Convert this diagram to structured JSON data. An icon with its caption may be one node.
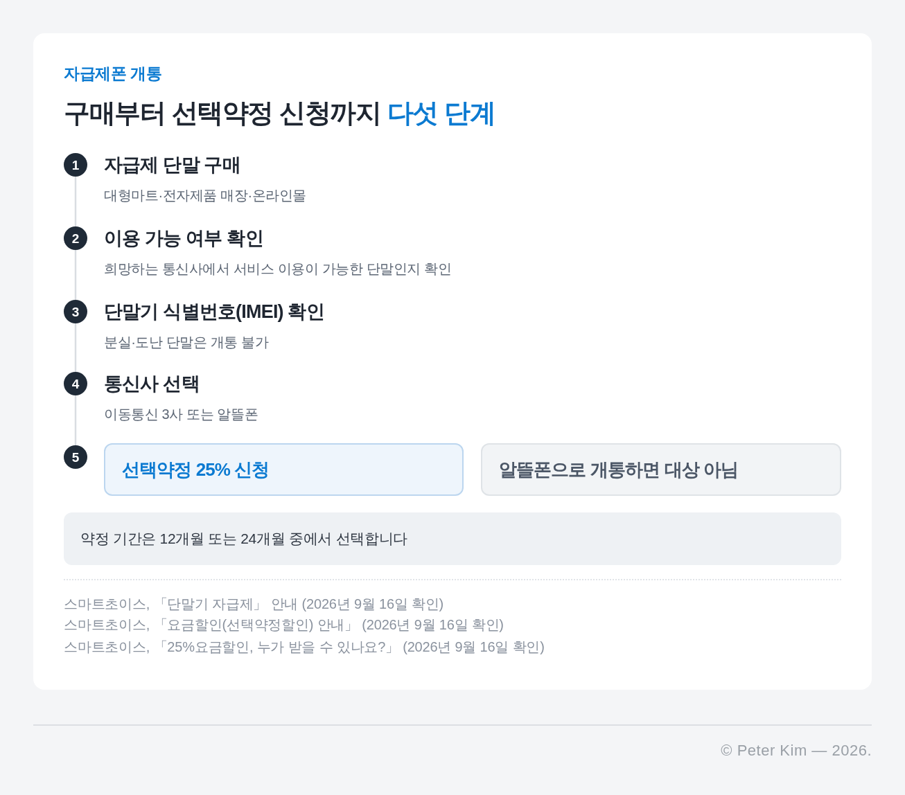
{
  "diagram": {
    "title": "구매부터 선택약정 신청까지 **다섯 단계**",
    "nodes": [
      {
        "text": [
          "1"
        ],
        "beside": [
          "자급제 단말 구매",
          "대형마트·전자제품 매장·온라인몰"
        ]
      },
      {
        "text": [
          "2"
        ],
        "beside": [
          "이용 가능 여부 확인",
          "희망하는 통신사에서 서비스 이용이 가능한 단말인지 확인"
        ]
      },
      {
        "text": [
          "3"
        ],
        "beside": [
          "단말기 식별번호(IMEI) 확인",
          "분실·도난 단말은 개통 불가"
        ]
      },
      {
        "text": [
          "4"
        ],
        "beside": [
          "통신사 선택",
          "이동통신 3사 또는 알뜰폰"
        ]
      },
      {
        "text": [
          "5"
        ]
      },
      {
        "text": [
          "선택약정 25% 신청"
        ]
      },
      {
        "text": [
          "알뜰폰으로 개통하면 대상 아님"
        ]
      },
      {
        "text": [
          "약정 기간은 12개월 또는 24개월 중에서 선택합니다"
        ]
      }
    ],
    "edges": [
      {
        "from": 0,
        "to": 1,
        "arrow": "none"
      },
      {
        "from": 1,
        "to": 2,
        "arrow": "none"
      },
      {
        "from": 2,
        "to": 3,
        "arrow": "none"
      },
      {
        "from": 3,
        "to": 4,
        "arrow": "none"
      }
    ],
    "labels": [
      "자급제폰 개통",
      "스마트초이스, 「단말기 자급제」 안내 (2026년 9월 16일 확인)",
      "스마트초이스, 「요금할인(선택약정할인) 안내」 (2026년 9월 16일 확인)",
      "스마트초이스, 「25%요금할인, 누가 받을 수 있나요?」 (2026년 9월 16일 확인)",
      "© Peter Kim — 2026."
    ]
  }
}
